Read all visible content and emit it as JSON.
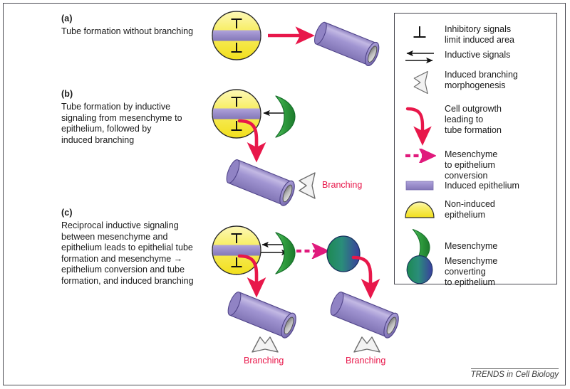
{
  "figure": {
    "credit": "TRENDS in Cell Biology"
  },
  "panels": [
    {
      "label": "(a)",
      "text": "Tube formation without branching"
    },
    {
      "label": "(b)",
      "text": "Tube formation by inductive\nsignaling from mesenchyme to\nepithelium, followed by\ninduced branching"
    },
    {
      "label": "(c)",
      "text": "Reciprocal inductive signaling\nbetween mesenchyme and\nepithelium leads to epithelial tube\nformation and mesenchyme →\nepithelium conversion and tube\nformation, and induced branching"
    }
  ],
  "annotations": {
    "branching_b": "Branching",
    "branching_c_left": "Branching",
    "branching_c_right": "Branching"
  },
  "legend": {
    "items": [
      {
        "icon": "inhibitory-signal-icon",
        "text": "Inhibitory signals\nlimit induced area"
      },
      {
        "icon": "inductive-signals-icon",
        "text": "Inductive signals"
      },
      {
        "icon": "induced-branching-icon",
        "text": "Induced branching\nmorphogenesis"
      },
      {
        "icon": "cell-outgrowth-arrow-icon",
        "text": "Cell outgrowth\nleading to\ntube formation"
      },
      {
        "icon": "mesenchyme-conversion-arrow-icon",
        "text": "Mesenchyme\nto epithelium\nconversion"
      },
      {
        "icon": "induced-epithelium-swatch-icon",
        "text": "Induced epithelium"
      },
      {
        "icon": "non-induced-epithelium-icon",
        "text": "Non-induced\nepithelium"
      },
      {
        "icon": "mesenchyme-icon",
        "text": "Mesenchyme"
      },
      {
        "icon": "mesenchyme-converting-icon",
        "text": "Mesenchyme\nconverting\nto epithelium"
      }
    ]
  },
  "colors": {
    "induced_epithelium_purple": "#9b8ecb",
    "non_induced_epithelium_yellow": "#f4e636",
    "mesenchyme_green": "#3da84a",
    "conversion_pink": "#e01a7c",
    "outgrowth_red": "#e8174a",
    "tube_purple": "#9b8ecb",
    "lumen_gray": "#8a8a8a",
    "border": "#46464e"
  }
}
